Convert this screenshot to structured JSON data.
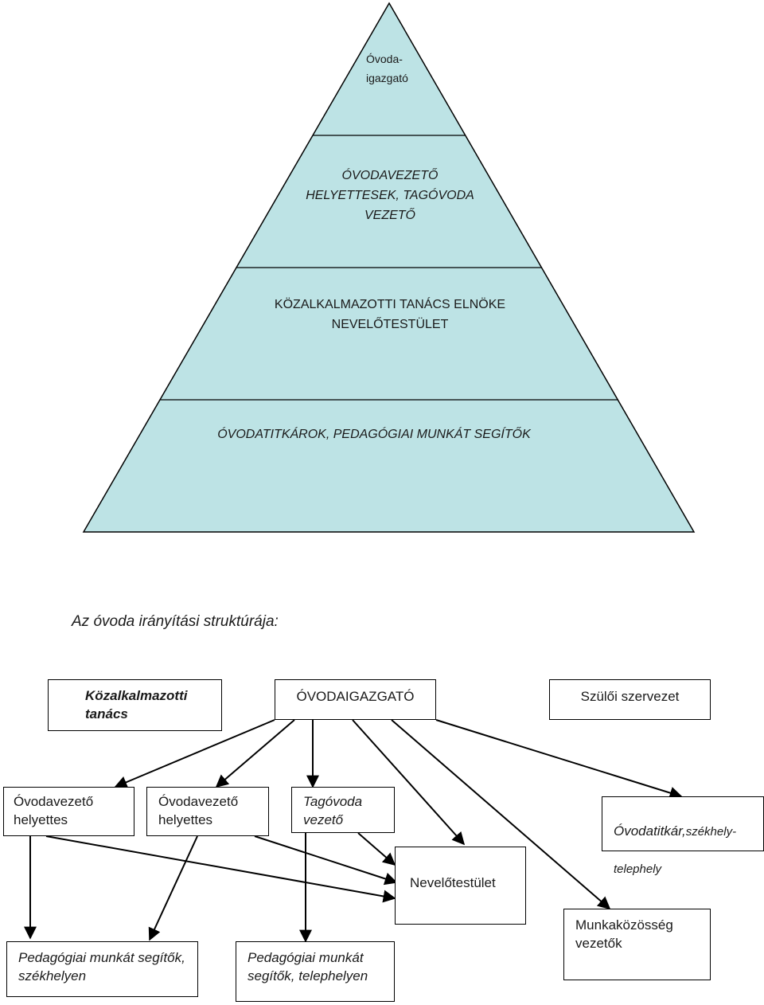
{
  "pyramid": {
    "fill": "#bde3e5",
    "levels": [
      {
        "text": "Óvoda-\nigazgató"
      },
      {
        "text": "ÓVODAVEZETŐ\nHELYETTESEK, TAGÓVODA\nVEZETŐ"
      },
      {
        "text": "KÖZALKALMAZOTTI TANÁCS ELNÖKE\nNEVELŐTESTÜLET"
      },
      {
        "text": "ÓVODATITKÁROK, PEDAGÓGIAI MUNKÁT SEGÍTŐK"
      }
    ]
  },
  "heading": "Az óvoda irányítási struktúrája:",
  "org": {
    "kozalkalmazotti": "Közalkalmazotti\ntanács",
    "igazgato": "ÓVODAIGAZGATÓ",
    "szuloi": "Szülői szervezet",
    "helyettes1": "Óvodavezető\nhelyettes",
    "helyettes2": "Óvodavezető\nhelyettes",
    "tagovoda": "Tagóvoda\nvezető",
    "titkar_main": "Óvodatitkár,",
    "titkar_small": "székhely-",
    "titkar_line2": "telephely",
    "nevelotestulet": "Nevelőtestület",
    "munkakozosseg": "Munkaközösség\nvezetők",
    "ped_szekhely": "Pedagógiai munkát segítők,\nszékhelyen",
    "ped_telephely": "Pedagógiai munkát\nsegítők, telephelyen"
  }
}
